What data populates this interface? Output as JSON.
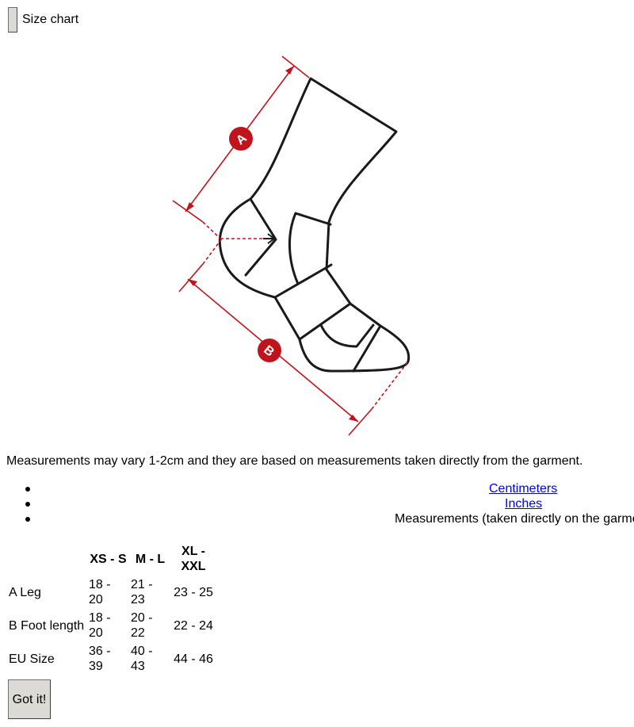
{
  "header": {
    "title": "Size chart"
  },
  "diagram": {
    "label_a": "A",
    "label_b": "B",
    "accent_color": "#c0141c",
    "outline_color": "#1a1a1a"
  },
  "note": "Measurements may vary 1-2cm and they are based on measurements taken directly from the garment.",
  "tabs": [
    {
      "label": "Centimeters",
      "is_link": true
    },
    {
      "label": "Inches",
      "is_link": true
    },
    {
      "label": "Measurements (taken directly on the garment)",
      "is_link": false
    }
  ],
  "table": {
    "headers": [
      "",
      "XS - S",
      "M - L",
      "XL - XXL"
    ],
    "rows": [
      {
        "label": "A Leg",
        "values": [
          "18 - 20",
          "21 - 23",
          "23 - 25"
        ]
      },
      {
        "label": "B Foot length",
        "values": [
          "18 - 20",
          "20 - 22",
          "22 - 24"
        ]
      },
      {
        "label": "EU Size",
        "values": [
          "36 - 39",
          "40 - 43",
          "44 - 46"
        ]
      }
    ]
  },
  "confirm_button": {
    "label": "Got it!"
  }
}
